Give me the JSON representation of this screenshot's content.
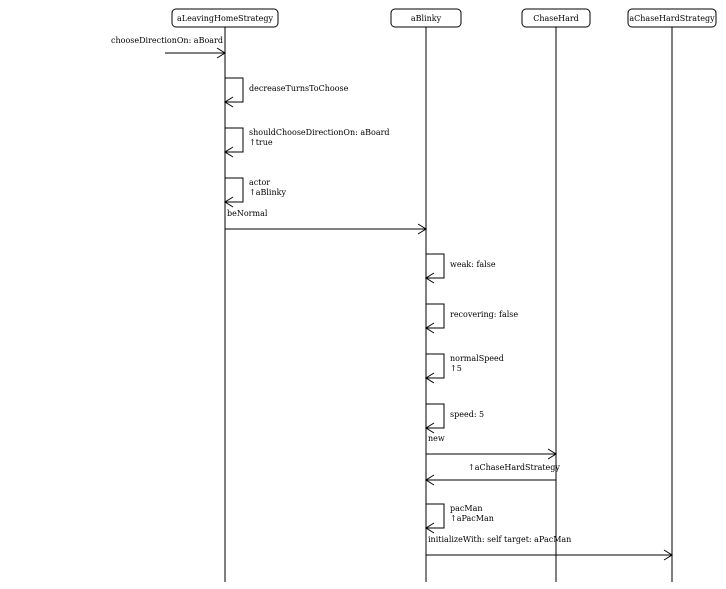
{
  "participants": [
    {
      "id": "leaving",
      "label": "aLeavingHomeStrategy"
    },
    {
      "id": "blinky",
      "label": "aBlinky"
    },
    {
      "id": "chasehard",
      "label": "ChaseHard"
    },
    {
      "id": "chasestrat",
      "label": "aChaseHardStrategy"
    }
  ],
  "messages": [
    {
      "kind": "found",
      "to": "leaving",
      "lines": [
        "chooseDirectionOn: aBoard"
      ]
    },
    {
      "kind": "self",
      "on": "leaving",
      "lines": [
        "decreaseTurnsToChoose"
      ]
    },
    {
      "kind": "self",
      "on": "leaving",
      "lines": [
        "shouldChooseDirectionOn: aBoard",
        "↑true"
      ]
    },
    {
      "kind": "self",
      "on": "leaving",
      "lines": [
        "actor",
        "↑aBlinky"
      ]
    },
    {
      "kind": "call",
      "from": "leaving",
      "to": "blinky",
      "lines": [
        "beNormal"
      ]
    },
    {
      "kind": "self",
      "on": "blinky",
      "lines": [
        "weak: false"
      ]
    },
    {
      "kind": "self",
      "on": "blinky",
      "lines": [
        "recovering: false"
      ]
    },
    {
      "kind": "self",
      "on": "blinky",
      "lines": [
        "normalSpeed",
        "↑5"
      ]
    },
    {
      "kind": "self",
      "on": "blinky",
      "lines": [
        "speed: 5"
      ]
    },
    {
      "kind": "call",
      "from": "blinky",
      "to": "chasehard",
      "lines": [
        "new"
      ]
    },
    {
      "kind": "return",
      "from": "chasehard",
      "to": "blinky",
      "lines": [
        "↑aChaseHardStrategy"
      ]
    },
    {
      "kind": "self",
      "on": "blinky",
      "lines": [
        "pacMan",
        "↑aPacMan"
      ]
    },
    {
      "kind": "call",
      "from": "blinky",
      "to": "chasestrat",
      "lines": [
        "initializeWith: self target: aPacMan"
      ]
    }
  ]
}
